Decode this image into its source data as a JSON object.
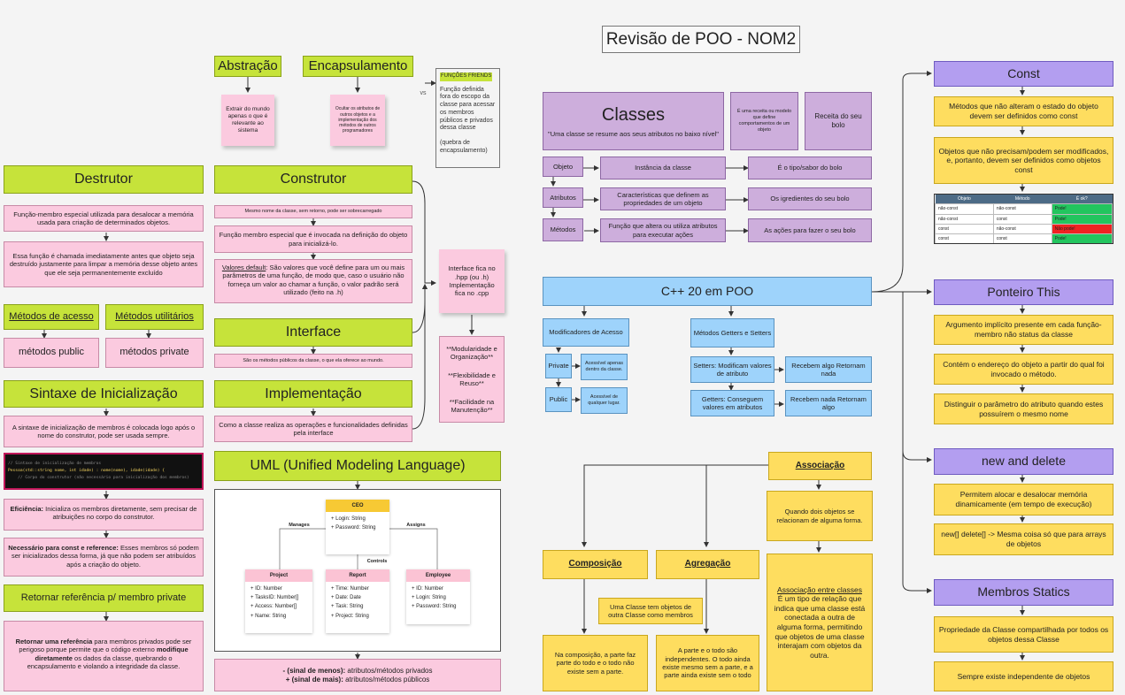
{
  "title": "Revisão de POO - NOM2",
  "left": {
    "abstracao": {
      "title": "Abstração",
      "note": "Extrair do mundo apenas o que é relevante ao sistema"
    },
    "encapsulamento": {
      "title": "Encapsulamento",
      "note": "Ocultar os atributos de outros objetos e a implementação dos métodos de outros programadores"
    },
    "vs": "vs",
    "friends": {
      "title": "FUNÇÕES FRIENDS",
      "text": "Função definida fora do escopo da classe para acessar os membros públicos e privados dessa classe",
      "note": "(quebra de encapsulamento)"
    },
    "destrutor": {
      "title": "Destrutor",
      "t1": "Função-membro especial utilizada para desalocar a memória usada para criação de determinados objetos.",
      "t2": "Essa função é chamada imediatamente antes que objeto seja destruído justamente para limpar a memória desse objeto antes que ele seja permanentemente excluído"
    },
    "metodos_acesso": {
      "title": "Métodos de acesso",
      "value": "métodos public"
    },
    "metodos_util": {
      "title": "Métodos utilitários",
      "value": "métodos private"
    },
    "sintaxe": {
      "title": "Sintaxe de Inicialização",
      "t1": "A sintaxe de inicialização de membros é colocada logo após o nome do construtor, pode ser usada sempre.",
      "code1": "// Sintaxe de inicialização de membros",
      "code2": "Pessoa(std::string nome, int idade) : nome(nome), idade(idade) {",
      "code3": "    // Corpo do construtor (não necessário para inicialização dos membros)",
      "efic_b": "Eficiência:",
      "efic": " Inicializa os membros diretamente, sem precisar de atribuições no corpo do construtor.",
      "nec_b": "Necessário para const e reference:",
      "nec": " Esses membros só podem ser inicializados dessa forma, já que não podem ser atribuídos após a criação do objeto."
    },
    "retornar": {
      "title": "Retornar referência p/ membro private",
      "b1": "Retornar uma referência",
      "t1": " para membros privados pode ser perigoso porque permite que o código externo ",
      "b2": "modifique diretamente",
      "t2": " os dados da classe, quebrando o encapsulamento e violando a integridade da classe."
    },
    "construtor": {
      "title": "Construtor",
      "t1": "Mesmo nome da classe, sem retorno, pode ser sobrecarregado",
      "t2": "Função membro especial que é invocada na definição do objeto para inicializá-lo.",
      "t3_u": "Valores default",
      "t3": ": São valores que você define para um ou mais parâmetros de uma função, de modo que, caso o usuário não forneça um valor ao chamar a função, o valor padrão será utilizado (feito na .h)"
    },
    "interface": {
      "title": "Interface",
      "text": "São os métodos públicos da classe, o que ela oferece ao mundo."
    },
    "implementacao": {
      "title": "Implementação",
      "text": "Como a classe realiza as operações e funcionalidades definidas pela interface"
    },
    "files_note": "Interface fica no .hpp (ou .h) Implementação fica no .cpp",
    "benefits": [
      "**Modularidade e Organização**",
      "**Flexibilidade e Reuso**",
      "**Facilidade na Manutenção**"
    ],
    "uml": {
      "title": "UML (Unified Modeling Language)",
      "ceo": {
        "name": "CEO",
        "fields": [
          "+ Login: String",
          "+ Password: String"
        ]
      },
      "project": {
        "name": "Project",
        "fields": [
          "+ ID: Number",
          "+ TasksID: Number[]",
          "+ Access: Number[]",
          "+ Name: String"
        ]
      },
      "report": {
        "name": "Report",
        "fields": [
          "+ Time: Number",
          "+ Date: Date",
          "+ Task: String",
          "+ Project: String"
        ]
      },
      "employee": {
        "name": "Employee",
        "fields": [
          "+ ID: Number",
          "+ Login: String",
          "+ Password: String"
        ]
      },
      "labels": {
        "manages": "Manages",
        "assigns": "Assigns",
        "controls": "Controls"
      },
      "legend1_b": "- (sinal de menos):",
      "legend1": " atributos/métodos privados",
      "legend2_b": "+ (sinal de mais):",
      "legend2": " atributos/métodos públicos"
    }
  },
  "middle": {
    "classes": {
      "title": "Classes",
      "quote": "\"Uma classe se resume aos seus atributos no baixo nível\"",
      "receita": "É uma receita ou modelo que define comportamentos de um objeto",
      "bolo": "Receita do seu bolo"
    },
    "rows": [
      {
        "label": "Objeto",
        "desc": "Instância da classe",
        "analogy": "É o tipo/sabor do bolo"
      },
      {
        "label": "Atributos",
        "desc": "Características que definem as propriedades de um objeto",
        "analogy": "Os igredientes do seu bolo"
      },
      {
        "label": "Métodos",
        "desc": "Função que altera ou utiliza atributos para executar ações",
        "analogy": "As ações para fazer o seu bolo"
      }
    ],
    "cpp": {
      "title": "C++ 20 em POO",
      "modificadores": "Modificadores de Acesso",
      "private": "Private",
      "private_desc": "Acessível apenas dentro da classe.",
      "public": "Public",
      "public_desc": "Acessível de qualquer lugar.",
      "getset": "Métodos Getters e Setters",
      "setters": "Setters: Modificam valores de atributo",
      "setters_r": "Recebem algo Retornam nada",
      "getters": "Getters: Conseguem valores em atributos",
      "getters_r": "Recebem nada Retornam algo"
    },
    "associacao": {
      "title": "Associação",
      "t1": "Quando dois objetos se relacionam de alguma forma.",
      "t2_u": "Associação entre classes",
      "t2": "É um tipo de relação que indica que uma classe está conectada a outra de alguma forma, permitindo que objetos de uma classe interajam com objetos da outra."
    },
    "composicao": {
      "title": "Composição",
      "text": "Na composição, a parte faz parte do todo e o todo não existe sem a parte."
    },
    "agregacao": {
      "title": "Agregação",
      "text": "A parte e o todo são independentes. O todo ainda existe mesmo sem a parte, e a parte ainda existe sem o todo"
    },
    "uma_classe": "Uma Classe tem objetos de outra Classe como membros"
  },
  "right": {
    "const": {
      "title": "Const",
      "t1": "Métodos que não alteram o estado do objeto devem ser definidos como const",
      "t2": "Objetos que não precisam/podem ser modificados, e, portanto, devem ser definidos como objetos const",
      "table_headers": [
        "Objeto",
        "Método",
        "É ok?"
      ],
      "table_rows": [
        [
          "não-const",
          "não-const",
          "Pode!"
        ],
        [
          "não-const",
          "const",
          "Pode!"
        ],
        [
          "const",
          "não-const",
          "Não pode!"
        ],
        [
          "const",
          "const",
          "Pode!"
        ]
      ],
      "ok_color": "#22c55e",
      "bad_color": "#ef2222"
    },
    "this": {
      "title": "Ponteiro This",
      "t1": "Argumento implícito presente em cada função-membro não status da classe",
      "t2": "Contém o endereço do objeto a partir do qual foi invocado o método.",
      "t3": "Distinguir o parâmetro do atributo quando estes possuírem o mesmo nome"
    },
    "newdelete": {
      "title": "new and delete",
      "t1": "Permitem alocar e desalocar memória dinamicamente (em tempo de execução)",
      "t2": "new[] delete[] -> Mesma coisa só que para arrays de objetos"
    },
    "statics": {
      "title": "Membros Statics",
      "t1": "Propriedade da Classe compartilhada por todos os objetos dessa Classe",
      "t2": "Sempre existe independente de objetos"
    }
  }
}
